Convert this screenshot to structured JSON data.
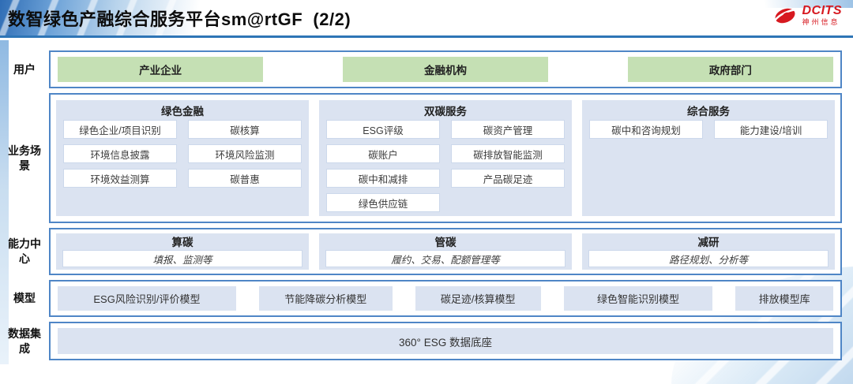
{
  "header": {
    "title": "数智绿色产融综合服务平台sm@rtGF  (2/2)",
    "logo": {
      "brand": "DCITS",
      "subtitle": "神州信息"
    }
  },
  "rows": {
    "users": {
      "label": "用户",
      "items": [
        "产业企业",
        "金融机构",
        "政府部门"
      ]
    },
    "business": {
      "label": "业务场景",
      "columns": [
        {
          "title": "绿色金融",
          "items": [
            "绿色企业/项目识别",
            "碳核算",
            "环境信息披露",
            "环境风险监测",
            "环境效益测算",
            "碳普惠"
          ]
        },
        {
          "title": "双碳服务",
          "items": [
            "ESG评级",
            "碳资产管理",
            "碳账户",
            "碳排放智能监测",
            "碳中和减排",
            "产品碳足迹",
            "绿色供应链"
          ]
        },
        {
          "title": "综合服务",
          "items": [
            "碳中和咨询规划",
            "能力建设/培训"
          ]
        }
      ]
    },
    "capability": {
      "label": "能力中心",
      "items": [
        {
          "title": "算碳",
          "desc": "填报、监测等"
        },
        {
          "title": "管碳",
          "desc": "履约、交易、配额管理等"
        },
        {
          "title": "减研",
          "desc": "路径规划、分析等"
        }
      ]
    },
    "models": {
      "label": "模型",
      "items": [
        "ESG风险识别/评价模型",
        "节能降碳分析模型",
        "碳足迹/核算模型",
        "绿色智能识别模型",
        "排放模型库"
      ]
    },
    "data_integration": {
      "label": "数据集成",
      "items": [
        "360° ESG 数据底座"
      ]
    }
  },
  "colors": {
    "accent_blue": "#2e75b6",
    "border_blue": "#4f86c6",
    "panel_blue": "#dbe3f1",
    "green": "#c5e0b4",
    "logo_red": "#d71920"
  }
}
